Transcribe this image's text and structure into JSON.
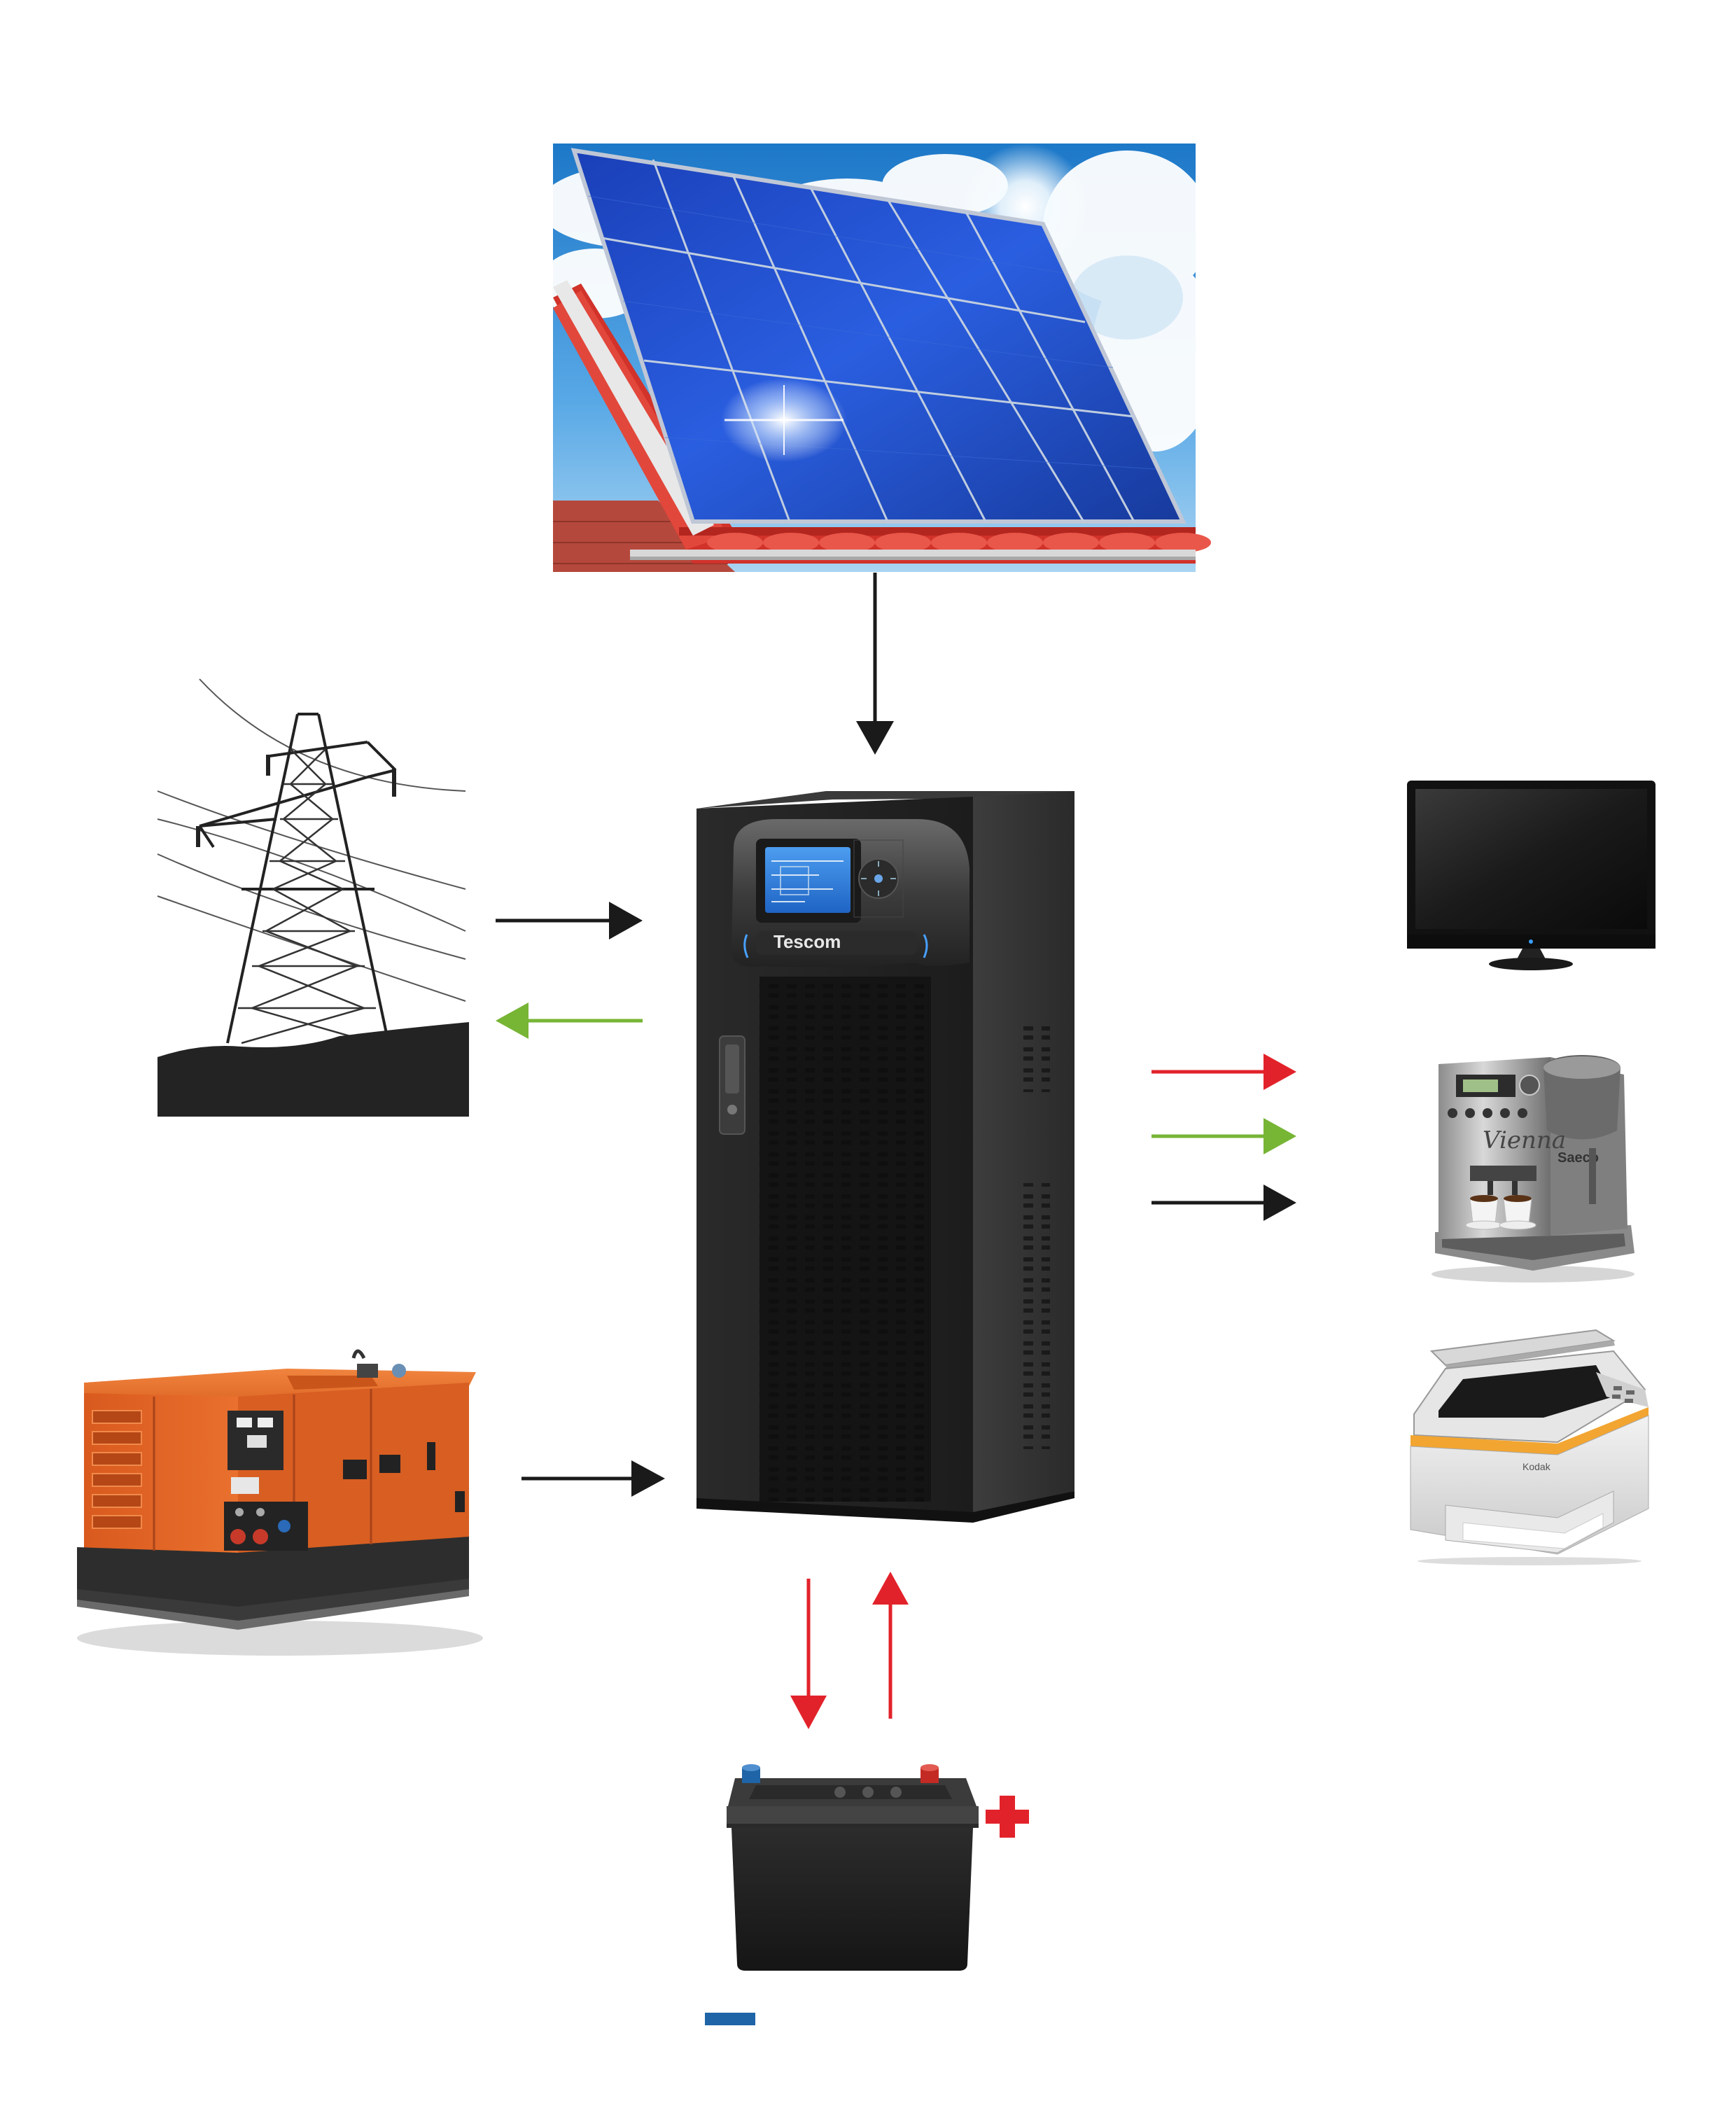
{
  "colors": {
    "black_flow": "#1a1a1a",
    "red_flow": "#e2222a",
    "green_flow": "#77b535",
    "battery_positive": "#e2222a",
    "battery_negative": "#1f64a6"
  },
  "ups": {
    "brand": "Tescom"
  },
  "coffee_machine": {
    "model": "Vienna",
    "brand": "Saeco"
  },
  "printer": {
    "brand": "Kodak"
  },
  "icons": [
    "solar-panel-icon",
    "power-tower-icon",
    "generator-icon",
    "ups-icon",
    "battery-icon",
    "tv-icon",
    "coffee-machine-icon",
    "printer-icon"
  ]
}
